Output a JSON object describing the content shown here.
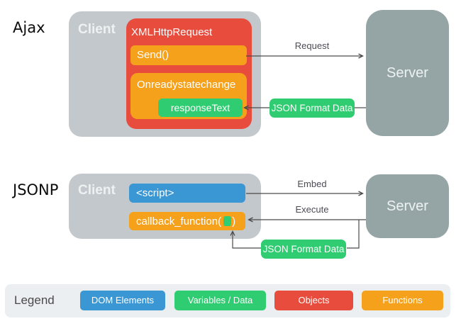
{
  "ajax": {
    "section_label": "Ajax",
    "client_label": "Client",
    "xhr_label": "XMLHttpRequest",
    "send_label": "Send()",
    "onready_label": "Onreadystatechange",
    "response_label": "responseText",
    "server_label": "Server",
    "request_label": "Request",
    "json_badge_label": "JSON Format Data"
  },
  "jsonp": {
    "section_label": "JSONP",
    "client_label": "Client",
    "script_label": "<script>",
    "callback_prefix": "callback_function(",
    "callback_suffix": ")",
    "server_label": "Server",
    "embed_label": "Embed",
    "execute_label": "Execute",
    "json_badge_label": "JSON Format Data"
  },
  "legend": {
    "title": "Legend",
    "items": [
      {
        "label": "DOM Elements",
        "color": "#3B97D3"
      },
      {
        "label": "Variables / Data",
        "color": "#2FCC71"
      },
      {
        "label": "Objects",
        "color": "#E74C3C"
      },
      {
        "label": "Functions",
        "color": "#F5A11C"
      }
    ]
  },
  "colors": {
    "dom_blue": "#3B97D3",
    "data_green": "#2FCC71",
    "objects_red": "#E74C3C",
    "functions_orange": "#F5A11C",
    "client_gray": "#C3C8CC",
    "server_gray": "#95A5A6",
    "legend_bg": "#ECEFF1",
    "arrow_gray": "#4A4A4A"
  }
}
